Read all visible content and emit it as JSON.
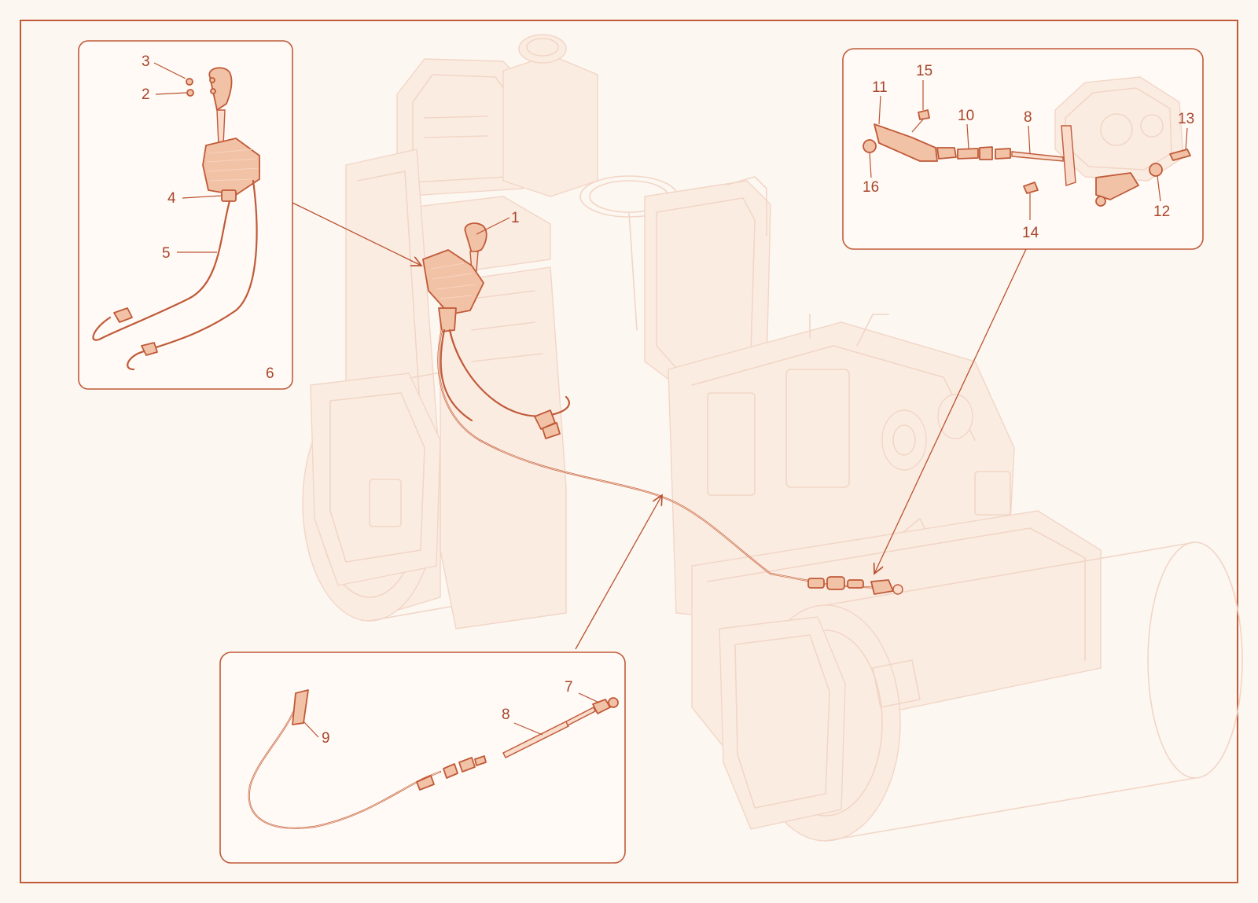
{
  "colors": {
    "accent": "#c05a38",
    "label": "#a8462a",
    "ghost_lines": "#f1d6c6",
    "background": "#fdf7f2",
    "panel": "#fffaf6"
  },
  "callouts": {
    "main": {
      "c1": "1"
    },
    "left_inset": {
      "c2": "2",
      "c3": "3",
      "c4": "4",
      "c5": "5",
      "c6": "6"
    },
    "right_inset": {
      "c8": "8",
      "c10": "10",
      "c11": "11",
      "c12": "12",
      "c13": "13",
      "c14": "14",
      "c15": "15",
      "c16": "16"
    },
    "bottom_inset": {
      "c7": "7",
      "c8": "8",
      "c9": "9"
    }
  }
}
